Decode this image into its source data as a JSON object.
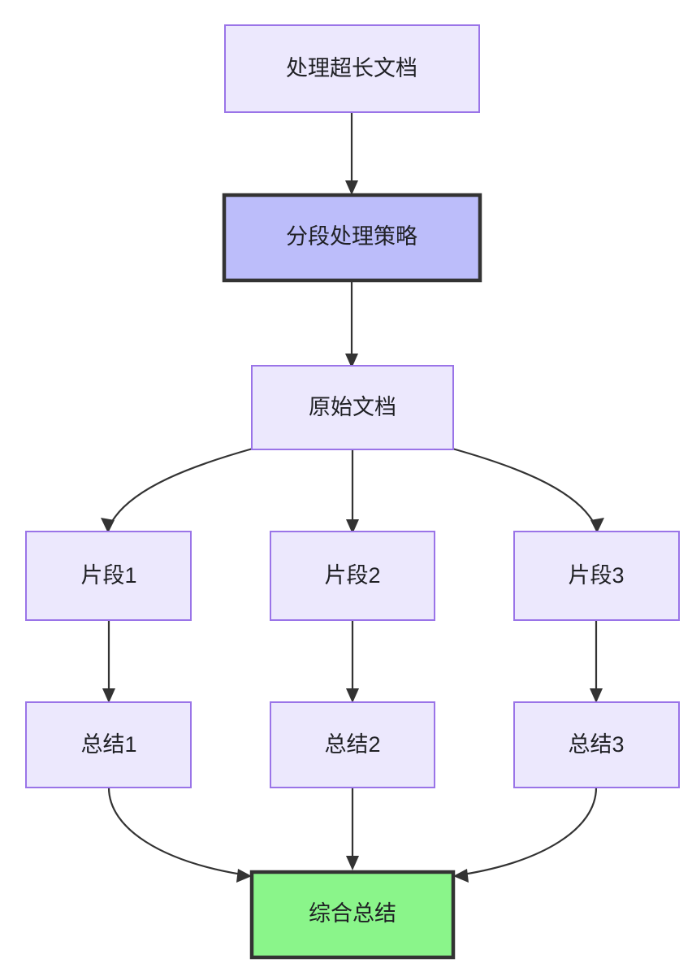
{
  "diagram": {
    "type": "flowchart",
    "direction": "top-down",
    "background_color": "#ffffff",
    "nodes": [
      {
        "id": "n1",
        "label": "处理超长文档",
        "fill": "#ece8fd",
        "stroke": "#9a74e8",
        "emphasis": "normal"
      },
      {
        "id": "n2",
        "label": "分段处理策略",
        "fill": "#bcbdfa",
        "stroke": "#333333",
        "emphasis": "bold"
      },
      {
        "id": "n3",
        "label": "原始文档",
        "fill": "#ece8fd",
        "stroke": "#9a74e8",
        "emphasis": "normal"
      },
      {
        "id": "n4",
        "label": "片段1",
        "fill": "#ece8fd",
        "stroke": "#9a74e8",
        "emphasis": "normal"
      },
      {
        "id": "n5",
        "label": "片段2",
        "fill": "#ece8fd",
        "stroke": "#9a74e8",
        "emphasis": "normal"
      },
      {
        "id": "n6",
        "label": "片段3",
        "fill": "#ece8fd",
        "stroke": "#9a74e8",
        "emphasis": "normal"
      },
      {
        "id": "n7",
        "label": "总结1",
        "fill": "#ece8fd",
        "stroke": "#9a74e8",
        "emphasis": "normal"
      },
      {
        "id": "n8",
        "label": "总结2",
        "fill": "#ece8fd",
        "stroke": "#9a74e8",
        "emphasis": "normal"
      },
      {
        "id": "n9",
        "label": "总结3",
        "fill": "#ece8fd",
        "stroke": "#9a74e8",
        "emphasis": "normal"
      },
      {
        "id": "n10",
        "label": "综合总结",
        "fill": "#8af58a",
        "stroke": "#333333",
        "emphasis": "bold"
      }
    ],
    "edges": [
      {
        "from": "n1",
        "to": "n2"
      },
      {
        "from": "n2",
        "to": "n3"
      },
      {
        "from": "n3",
        "to": "n4"
      },
      {
        "from": "n3",
        "to": "n5"
      },
      {
        "from": "n3",
        "to": "n6"
      },
      {
        "from": "n4",
        "to": "n7"
      },
      {
        "from": "n5",
        "to": "n8"
      },
      {
        "from": "n6",
        "to": "n9"
      },
      {
        "from": "n7",
        "to": "n10"
      },
      {
        "from": "n8",
        "to": "n10"
      },
      {
        "from": "n9",
        "to": "n10"
      }
    ],
    "edge_color": "#333333"
  }
}
